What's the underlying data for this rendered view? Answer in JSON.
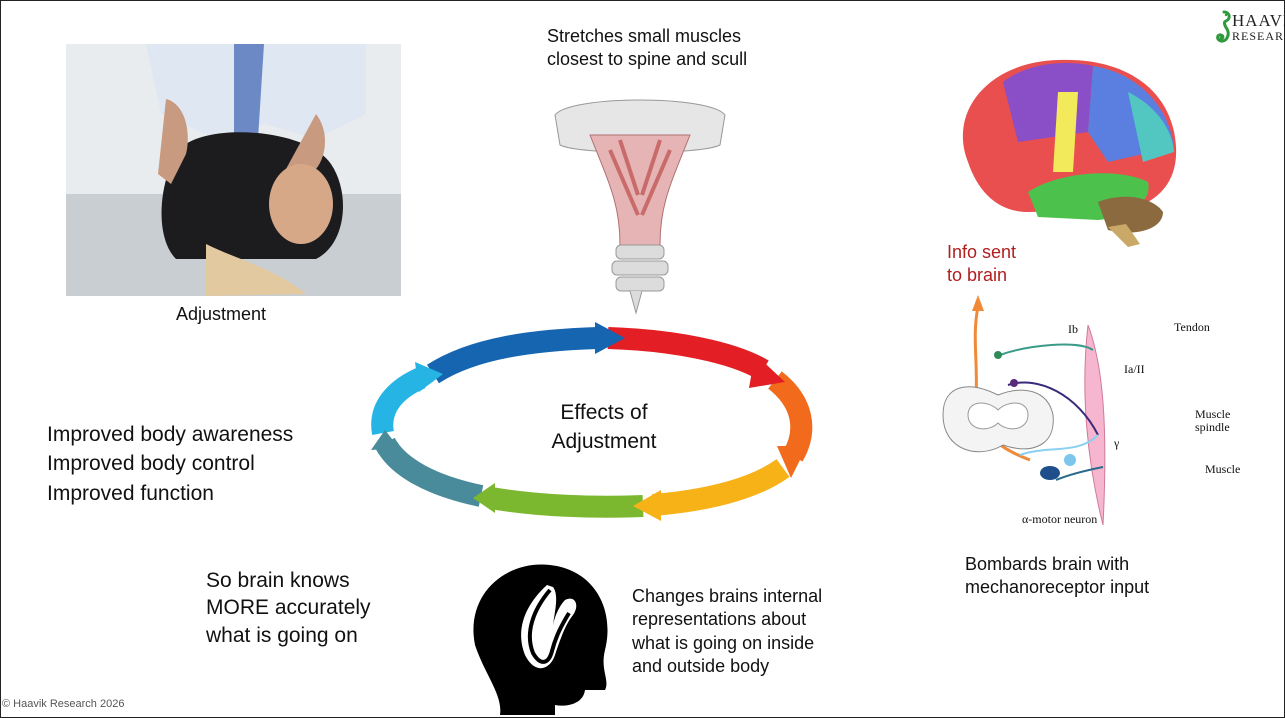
{
  "logo": {
    "line1": "HAAVIK",
    "line2": "RESEARCH"
  },
  "captions": {
    "adjustment": "Adjustment",
    "stretch": "Stretches small muscles\nclosest to spine and scull",
    "info_sent": "Info sent\nto brain",
    "bombards": "Bombards brain with\nmechanoreceptor input",
    "changes": "Changes brains internal\nrepresentations about\nwhat is going on inside\nand outside body",
    "so_brain": "So brain knows\nMORE accurately\nwhat is going on",
    "improved": "Improved body awareness\nImproved body control\nImproved function"
  },
  "cycle": {
    "center_label": "Effects of\nAdjustment",
    "arrow_colors": [
      "#1565b0",
      "#e31e24",
      "#f26b1d",
      "#f7b217",
      "#7cb82f",
      "#4a8b9b",
      "#25b4e3"
    ]
  },
  "neural_diagram": {
    "labels": {
      "ib": "Ib",
      "tendon": "Tendon",
      "ia_ii": "Ia/II",
      "muscle_spindle": "Muscle\nspindle",
      "gamma": "γ",
      "muscle": "Muscle",
      "alpha_motor": "α-motor neuron"
    }
  },
  "footer": {
    "copyright": "© Haavik Research 2026"
  }
}
